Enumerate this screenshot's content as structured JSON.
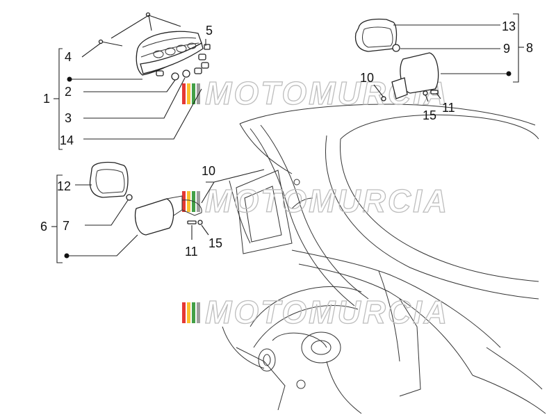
{
  "labels": {
    "l1": "1",
    "l2": "2",
    "l3": "3",
    "l4": "4",
    "l5": "5",
    "l6": "6",
    "l7": "7",
    "l8": "8",
    "l9": "9",
    "l10": "10",
    "l10b": "10",
    "l11a": "11",
    "l11b": "11",
    "l12": "12",
    "l13": "13",
    "l14": "14",
    "l15a": "15",
    "l15b": "15"
  },
  "watermark": {
    "text": "MOTOMURCIA",
    "colors": [
      "#e53935",
      "#fbc02d",
      "#43a047",
      "#9e9e9e"
    ]
  }
}
